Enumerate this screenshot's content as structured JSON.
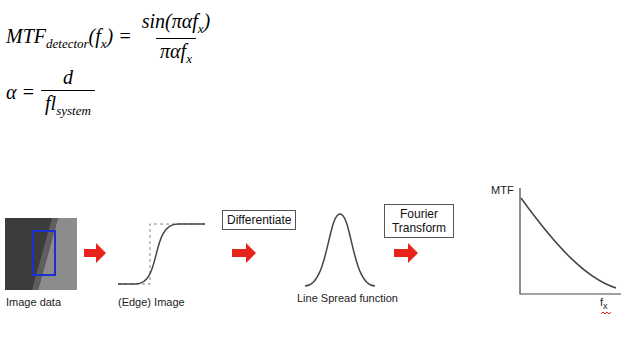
{
  "diagram": {
    "nodes": [
      {
        "text": [
          "Differentiate"
        ]
      },
      {
        "text": [
          "Fourier Transform"
        ]
      }
    ],
    "labels": [
      "MTF",
      "detector",
      "(f",
      "x",
      ") =",
      "sin(παf",
      "x",
      ")",
      "παf",
      "x",
      "α =",
      "d",
      "fl",
      "system",
      "Image data",
      "(Edge) Image",
      "Line Spread function",
      "MTF",
      "f",
      "x"
    ]
  }
}
